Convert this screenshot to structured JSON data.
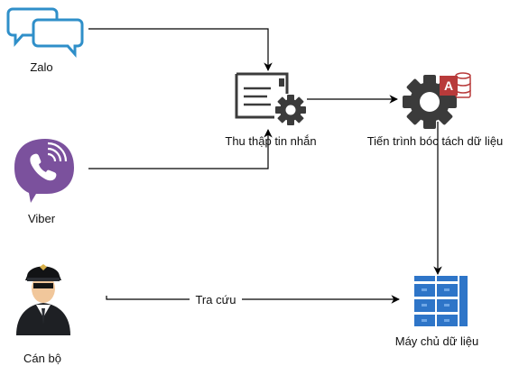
{
  "nodes": {
    "zalo": {
      "label": "Zalo",
      "icon": "chat-bubbles-icon",
      "color": "#2f8fc9"
    },
    "viber": {
      "label": "Viber",
      "icon": "viber-icon",
      "color": "#7b519d"
    },
    "officer": {
      "label": "Cán bộ",
      "icon": "officer-icon"
    },
    "collect": {
      "label": "Thu thập tin nhắn",
      "icon": "message-gear-icon"
    },
    "extract": {
      "label": "Tiến trình bóc tách dữ liệu",
      "icon": "gear-access-icon",
      "accent": "#b83a3a"
    },
    "server": {
      "label": "Máy chủ dữ liệu",
      "icon": "server-rack-icon",
      "color": "#2e75c8"
    }
  },
  "edges": {
    "lookup": {
      "label": "Tra cứu"
    }
  }
}
